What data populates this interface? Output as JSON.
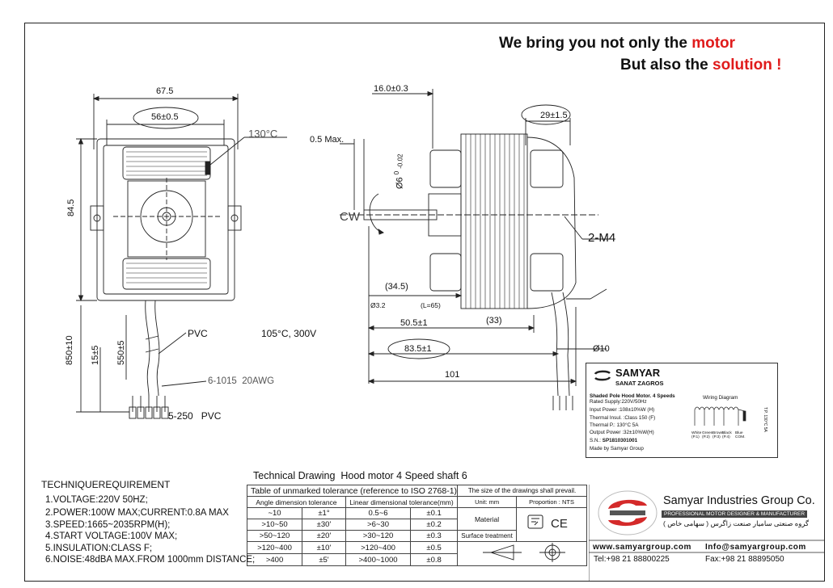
{
  "slogan": {
    "line1_prefix": "We bring you not only the ",
    "line1_accent": "motor",
    "line2_prefix": "But also the ",
    "line2_accent": "solution !",
    "accent_color": "#e01b1b"
  },
  "front_view": {
    "width_total": "67.5",
    "width_inner": "56±0.5",
    "temp_label": "130°C",
    "height": "84.5",
    "lead_length": "850±10",
    "strip_15": "15±5",
    "strip_550": "550±5",
    "pvc": "PVC",
    "temp_voltage": "105°C, 300V",
    "wire_spec": "6-1015  20AWG",
    "terminal": "5-250   PVC"
  },
  "side_view": {
    "dim_16": "16.0±0.3",
    "dim_05": "0.5 Max.",
    "dim_29": "29±1.5",
    "shaft_dia": "Ø6",
    "shaft_tol_top": "0",
    "shaft_tol_bottom": "-0.02",
    "cw": "CW",
    "screw": "2-M4",
    "dim_345": "(34.5)",
    "hole": "Ø3.2",
    "len65": "(L=65)",
    "dim_505": "50.5±1",
    "dim_33": "(33)",
    "dim_835": "83.5±1",
    "dim_101": "101",
    "dim_phi10": "Ø10"
  },
  "nameplate": {
    "brand": "SAMYAR",
    "brand_sub": "SANAT ZAGROS",
    "title": "Shaded Pole Hood Motor. 4 Speeds",
    "supply": "Rated Supply:220V/50Hz",
    "input": "Input Power :108±10%W (H)",
    "insul": "Thermal Insul. :Class 150 (F)",
    "protector": "Thermal P.: 130°C 5A",
    "output": "Output Power :32±10%W(H)",
    "sn_label": "S.N.:",
    "sn_value": "SP1810301001",
    "made": "Made by Samyar Group",
    "wiring": "Wiring Diagram",
    "wire_labels": [
      "White (P.1)",
      "Green (P.2)",
      "Brown (P.3)",
      "Black (P.4)",
      "Blue COM."
    ],
    "tp": "T.P. 130°C 5A"
  },
  "title_block": {
    "heading": "Technical Drawing  Hood motor 4 Speed shaft 6",
    "tolerance_header": "Table of unmarked tolerance (reference to ISO 2768-1)",
    "angle_header": "Angle dimension tolerance",
    "linear_header": "Linear dimensional tolerance(mm)",
    "rows": [
      {
        "a": "~10",
        "at": "±1°",
        "l": "0.5~6",
        "lt": "±0.1"
      },
      {
        "a": ">10~50",
        "at": "±30'",
        "l": ">6~30",
        "lt": "±0.2"
      },
      {
        "a": ">50~120",
        "at": "±20'",
        "l": ">30~120",
        "lt": "±0.3"
      },
      {
        "a": ">120~400",
        "at": "±10'",
        "l": ">120~400",
        "lt": "±0.5"
      },
      {
        "a": ">400",
        "at": "±5'",
        "l": ">400~1000",
        "lt": "±0.8"
      }
    ],
    "scale_note": "The size of the drawings shall prevail.",
    "unit": "Unit: mm",
    "proportion": "Proportion : NTS",
    "material": "Material",
    "surface": "Surface treatment",
    "ce": "CE"
  },
  "requirements": {
    "title": "TECHNIQUEREQUIREMENT",
    "items": [
      "1.VOLTAGE:220V 50HZ;",
      "2.POWER:100W MAX;CURRENT:0.8A MAX",
      "3.SPEED:1665~2035RPM(H);",
      "4.START VOLTAGE:100V MAX;",
      "5.INSULATION:CLASS F;",
      "6.NOISE:48dBA MAX.FROM 1000mm DISTANCE;"
    ]
  },
  "company": {
    "name": "Samyar Industries Group Co.",
    "tagline": "PROFESSIONAL MOTOR DESIGNER & MANUFACTURER",
    "farsi": "گروه صنعتی سامیار صنعت زاگرس ( سهامی خاص )",
    "website": "www.samyargroup.com",
    "email": "Info@samyargroup.com",
    "tel": "Tel:+98 21 88800225",
    "fax": "Fax:+98 21 88895050",
    "logo_color": "#d42a2a"
  }
}
